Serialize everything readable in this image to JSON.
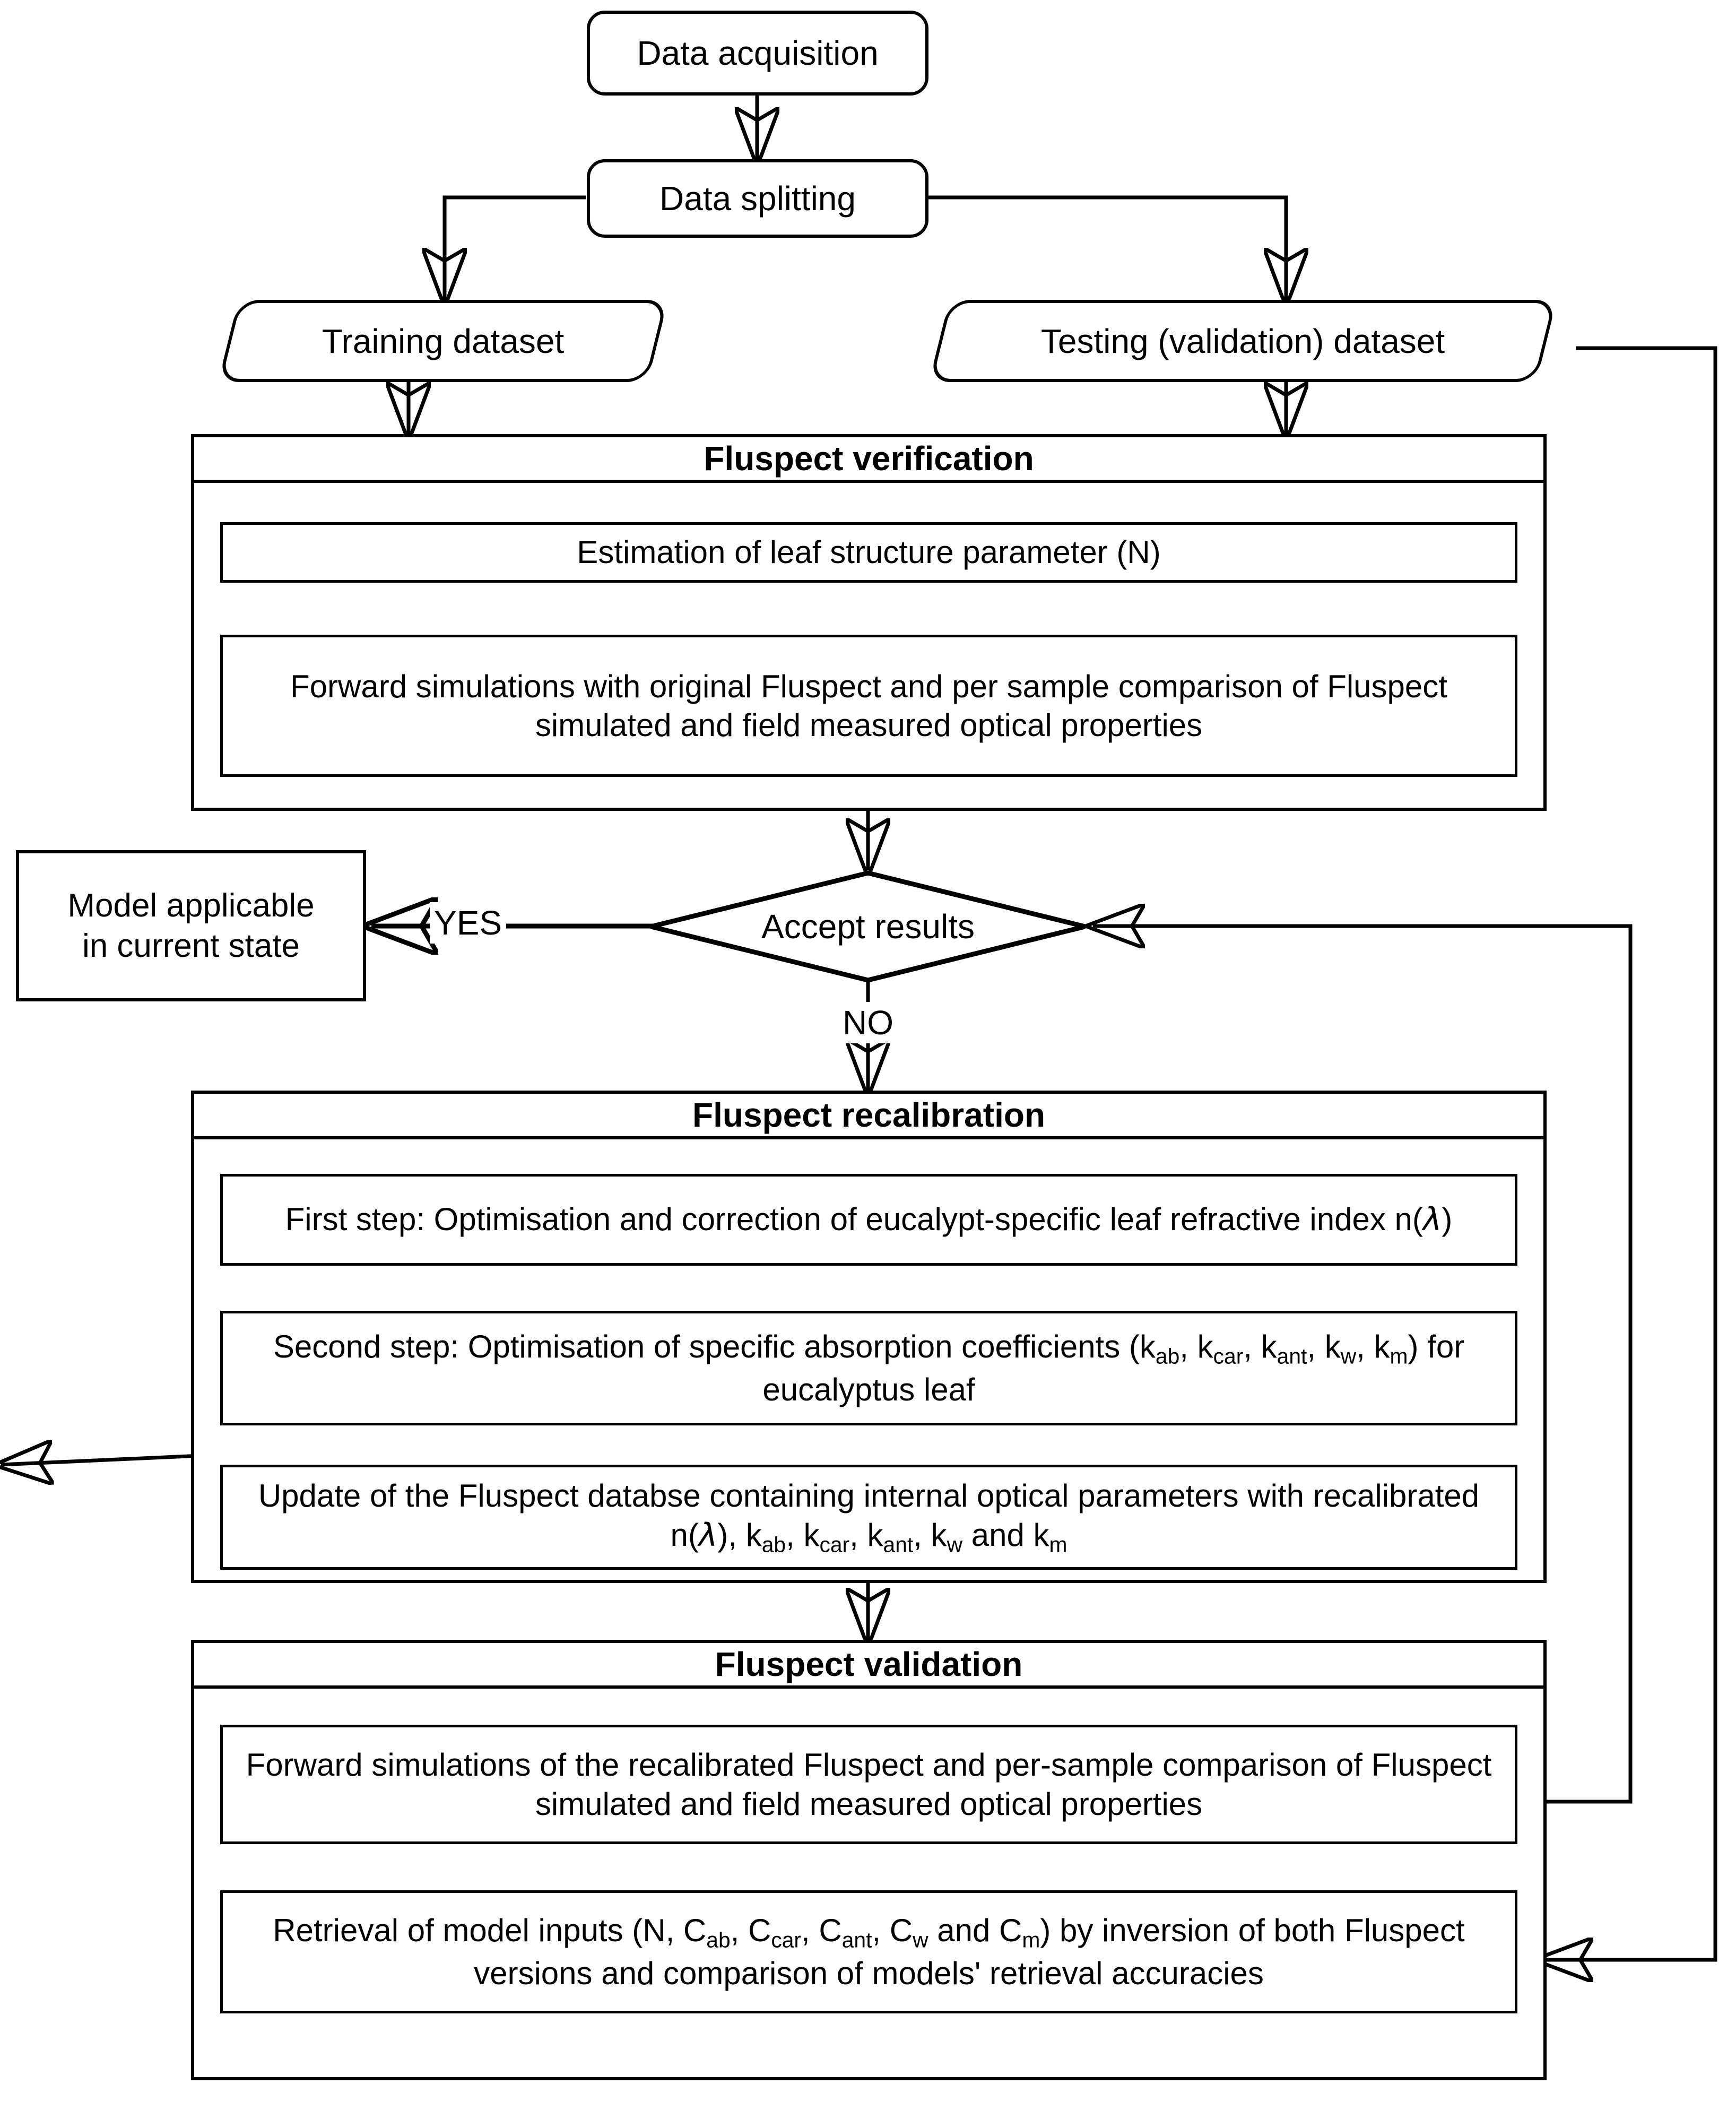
{
  "diagram": {
    "title": "Fluspect recalibration and validation workflow",
    "stroke_color": "#000000",
    "background_color": "#ffffff"
  },
  "nodes": {
    "data_acquisition": "Data acquisition",
    "data_splitting": "Data splitting",
    "training_dataset": "Training dataset",
    "testing_dataset": "Testing (validation) dataset",
    "model_applicable_line1": "Model applicable",
    "model_applicable_line2": "in current state",
    "accept_results": "Accept results"
  },
  "groups": {
    "verification": {
      "title": "Fluspect verification",
      "steps": [
        {
          "id": "estimate-n",
          "text": "Estimation of leaf structure parameter (N)"
        },
        {
          "id": "forward-sim-original",
          "text": "Forward simulations with original Fluspect and per sample comparison of Fluspect simulated and field measured optical properties"
        }
      ]
    },
    "recalibration": {
      "title": "Fluspect recalibration",
      "steps": [
        {
          "id": "first-step",
          "text": "First step: Optimisation and correction of eucalypt-specific leaf refractive index n(λ)"
        },
        {
          "id": "second-step",
          "text": "Second step: Optimisation of specific absorption coefficients (kab, kcar, kant, kw, km) for eucalyptus leaf"
        },
        {
          "id": "update-database",
          "text": "Update of the Fluspect databse containing internal optical parameters with recalibrated n(λ), kab, kcar, kant, kw and km"
        }
      ]
    },
    "validation": {
      "title": "Fluspect validation",
      "steps": [
        {
          "id": "forward-sim-recal",
          "text": "Forward simulations of the recalibrated Fluspect and per-sample comparison of Fluspect simulated and field measured optical properties"
        },
        {
          "id": "retrieval",
          "text": "Retrieval of model inputs (N, Cab, Ccar, Cant, Cw and Cm) by inversion of both Fluspect versions and comparison of models' retrieval accuracies"
        }
      ]
    }
  },
  "edge_labels": {
    "yes": "YES",
    "no": "NO"
  }
}
